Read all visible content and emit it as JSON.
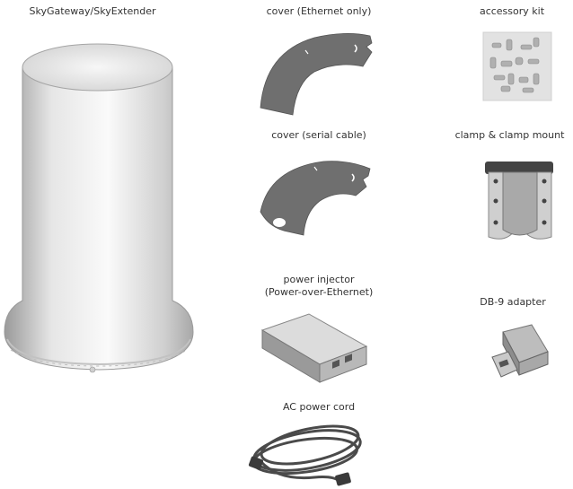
{
  "colors": {
    "text": "#333333",
    "cover_gray": "#6f6f6f",
    "device_body": "#e4e4e4",
    "device_shadow": "#b8b8b8"
  },
  "items": {
    "skygateway": {
      "label": "SkyGateway/SkyExtender",
      "icon": "antenna-unit-illustration"
    },
    "cover_ethernet": {
      "label": "cover (Ethernet only)",
      "icon": "cover-ethernet-illustration"
    },
    "accessory_kit": {
      "label": "accessory kit",
      "icon": "accessory-kit-illustration"
    },
    "cover_serial": {
      "label": "cover (serial cable)",
      "icon": "cover-serial-illustration"
    },
    "clamp": {
      "label": "clamp & clamp mount",
      "icon": "clamp-illustration"
    },
    "power_injector": {
      "label_line1": "power injector",
      "label_line2": "(Power-over-Ethernet)",
      "icon": "power-injector-illustration"
    },
    "db9_adapter": {
      "label": "DB-9 adapter",
      "icon": "db9-adapter-illustration"
    },
    "ac_cord": {
      "label": "AC power cord",
      "icon": "ac-power-cord-illustration"
    }
  }
}
